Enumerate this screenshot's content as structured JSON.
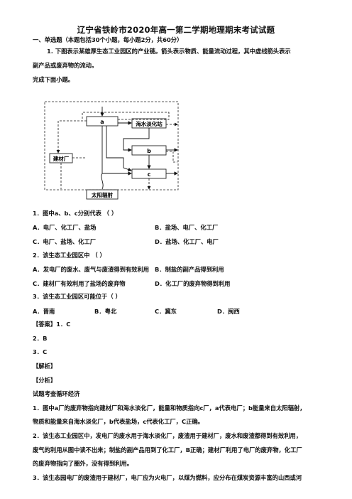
{
  "doc": {
    "title": "辽宁省铁岭市2020年高一第二学期地理期末考试试题",
    "section1": "一、单选题（本题包括30个小题，每小题2分，共60分）",
    "q_intro_1": "1.       下图表示某雄厚生态工业园区的产业链。箭头表示物质、能量流动过程，其中虚线箭头表示",
    "q_intro_2": "副产品或废弃物的流动。",
    "q_intro_3": "完成下面小题。",
    "diagram": {
      "label_a": "a",
      "label_sea": "海水淡化站",
      "label_b": "b",
      "label_c": "c",
      "label_jiancai": "建材厂",
      "label_solar": "太阳辐射"
    },
    "q1": "1．图中a、b、c分别代表  （     ）",
    "q1_opts": [
      "A．电厂、化工厂、盐场",
      "B．盐场、电厂、化工厂",
      "C．电厂、盐场、化工厂",
      "D．盐场、化工厂、电厂"
    ],
    "q2": "2．该生态工业园区中  （     ）",
    "q2_opts": [
      "A．发电厂的废水、废气与废渣得到有效利用",
      "B．制盐的副产品得到利用",
      "C．建材厂有效利用了盐场的废弃物",
      "D．化工厂的废弃物得到利用"
    ],
    "q3": "3．该生态工业园区可能位于（     ）",
    "q3_opts": [
      "A．晋南",
      "B．粤北",
      "C．冀东",
      "D．闽西"
    ],
    "answer_label": "【答案】1．C",
    "ans2": "2．B",
    "ans3": "3．C",
    "jiexi": "【解析】",
    "fenxi": "【分析】",
    "kaodian": "试题考查循环经济",
    "exp1_1": "1．图中a厂的废弃物指向建材厂和海水淡化厂，能量和物质指向c厂，a代表电厂；b能量来自太阳辐射，",
    "exp1_2": "物质和能量来自海水淡化厂，b代表盐场，c代表化工厂，C正确。",
    "exp2_1": "2．该生态工业园区中，发电厂的废水用于海水淡化厂，废渣用于建材厂，废水和废渣都得到有效利用，",
    "exp2_2": "废气的利用从图中读不出来；制盐的副产品用到了化工厂，B正确；建材厂利用了电厂的废弃物，化工厂",
    "exp2_3": "的废弃物指向了圈外，没有得到利用。",
    "exp3_1": "3．该生态园电厂的废渣用于建材厂，电厂应为火电厂，以煤为燃料，应分布在煤炭资源丰富的山西或河"
  }
}
